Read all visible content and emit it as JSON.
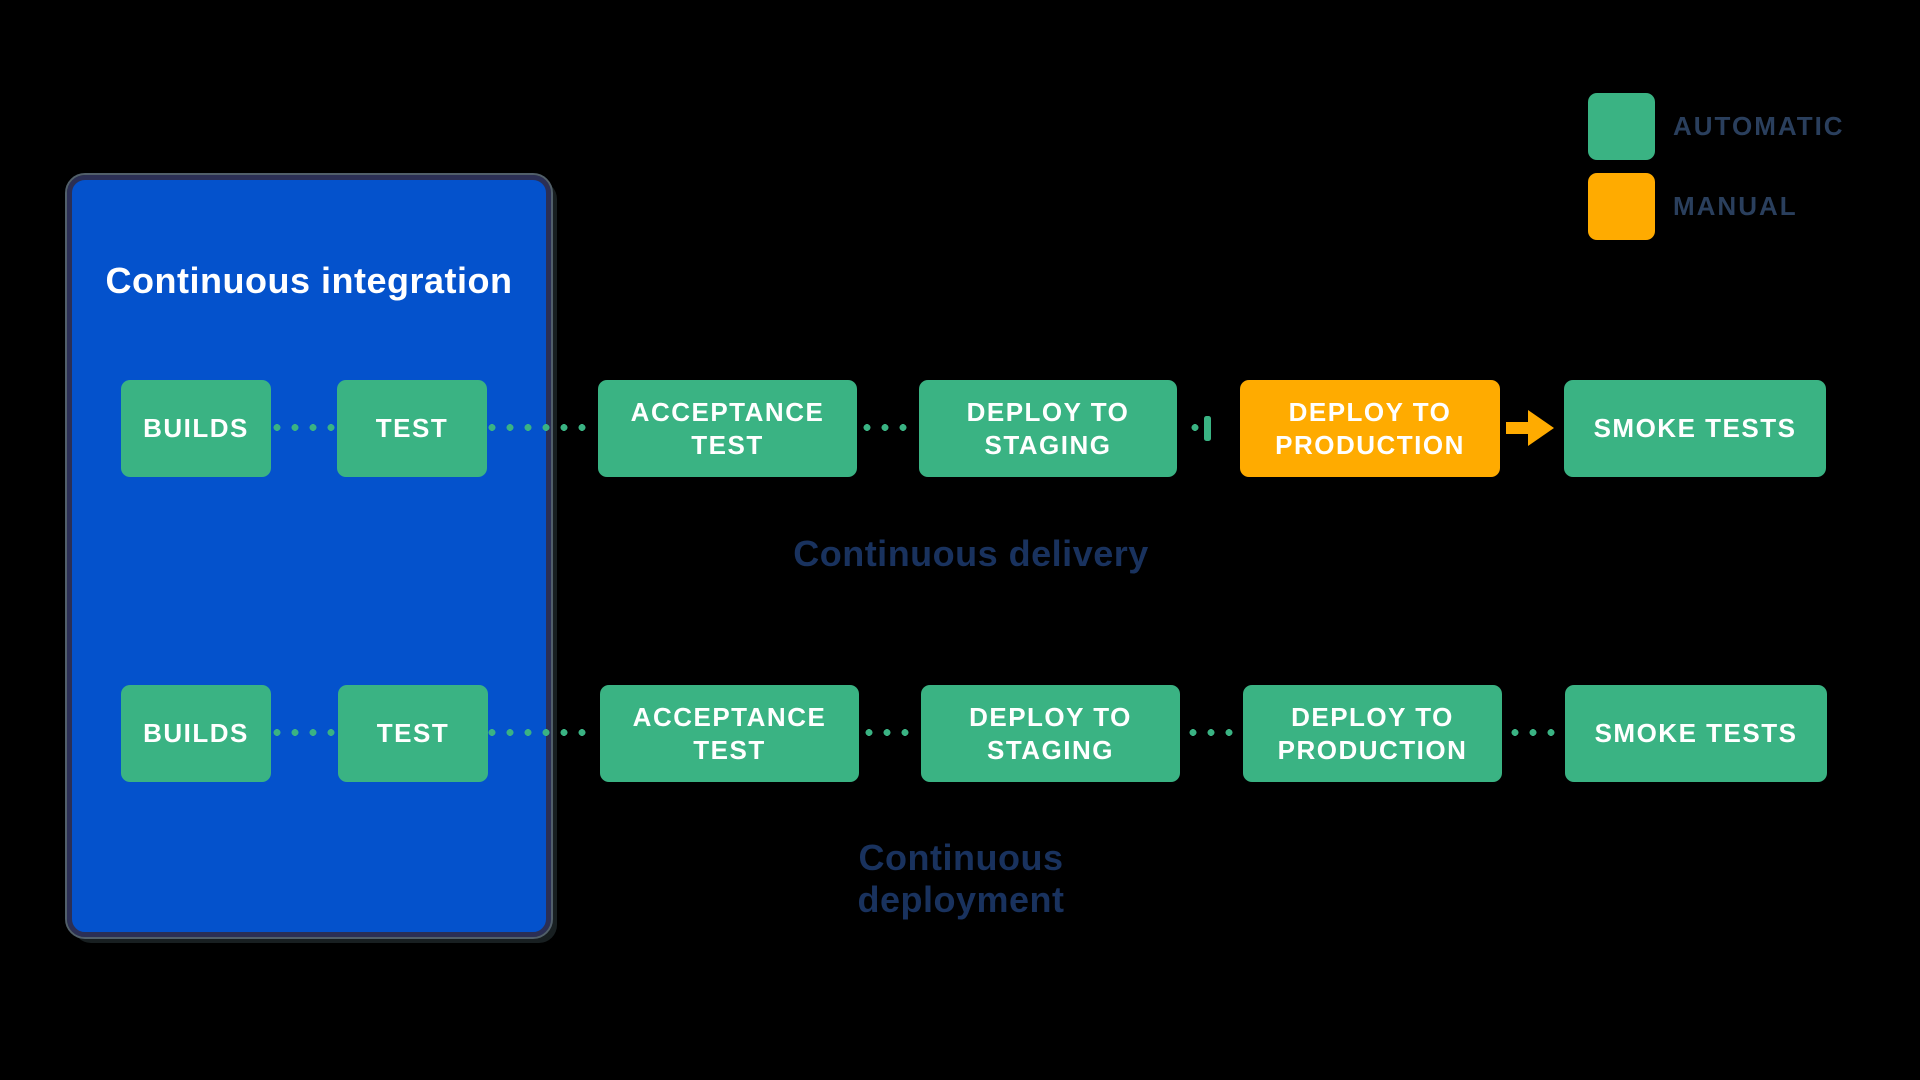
{
  "colors": {
    "background": "#000000",
    "panel_blue": "#0452CC",
    "automatic": "#3AB383",
    "manual": "#FFAB00",
    "box_text": "#FFFFFF",
    "label_navy": "#19325E",
    "legend_text": "#2A3F5D"
  },
  "ci_panel": {
    "title": "Continuous integration"
  },
  "legend": {
    "items": [
      {
        "label": "AUTOMATIC",
        "mode": "automatic",
        "color": "#3AB383"
      },
      {
        "label": "MANUAL",
        "mode": "manual",
        "color": "#FFAB00"
      }
    ]
  },
  "pipelines": [
    {
      "label": "Continuous delivery",
      "stages": [
        {
          "label": "BUILDS",
          "mode": "automatic"
        },
        {
          "label": "TEST",
          "mode": "automatic"
        },
        {
          "label": "ACCEPTANCE TEST",
          "mode": "automatic"
        },
        {
          "label": "DEPLOY TO STAGING",
          "mode": "automatic"
        },
        {
          "label": "DEPLOY TO PRODUCTION",
          "mode": "manual"
        },
        {
          "label": "SMOKE TESTS",
          "mode": "automatic"
        }
      ]
    },
    {
      "label": "Continuous deployment",
      "stages": [
        {
          "label": "BUILDS",
          "mode": "automatic"
        },
        {
          "label": "TEST",
          "mode": "automatic"
        },
        {
          "label": "ACCEPTANCE TEST",
          "mode": "automatic"
        },
        {
          "label": "DEPLOY TO STAGING",
          "mode": "automatic"
        },
        {
          "label": "DEPLOY TO PRODUCTION",
          "mode": "automatic"
        },
        {
          "label": "SMOKE TESTS",
          "mode": "automatic"
        }
      ]
    }
  ]
}
